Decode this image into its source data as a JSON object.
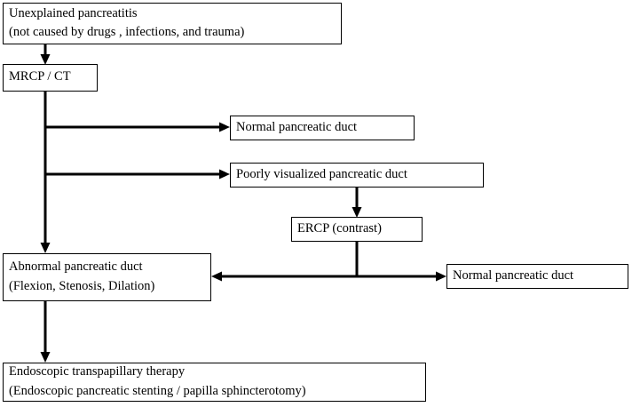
{
  "diagram": {
    "title_text": "",
    "background_color": "#ffffff",
    "line_color": "#000000",
    "text_color": "#000000",
    "nodes": [
      {
        "id": "unexplained-pancreatitis",
        "name": "unexplained-pancreatitis-box",
        "line1": "Unexplained pancreatitis",
        "line2": "(not caused by drugs , infections, and trauma)"
      },
      {
        "id": "mrcp-ct",
        "name": "mrcp-ct-box",
        "line1": "MRCP / CT",
        "line2": ""
      },
      {
        "id": "normal-duct-top",
        "name": "normal-pancreatic-duct-box-top",
        "line1": "Normal pancreatic duct",
        "line2": ""
      },
      {
        "id": "poorly-visualized-duct",
        "name": "poorly-visualized-pancreatic-duct-box",
        "line1": "Poorly visualized pancreatic duct",
        "line2": ""
      },
      {
        "id": "ercp-contrast",
        "name": "ercp-contrast-box",
        "line1": "ERCP (contrast)",
        "line2": ""
      },
      {
        "id": "abnormal-duct",
        "name": "abnormal-pancreatic-duct-box",
        "line1": "Abnormal pancreatic duct",
        "line2": "(Flexion, Stenosis, Dilation)"
      },
      {
        "id": "normal-duct-right",
        "name": "normal-pancreatic-duct-box-right",
        "line1": "Normal pancreatic duct",
        "line2": ""
      },
      {
        "id": "endoscopic-therapy",
        "name": "endoscopic-transpapillary-therapy-box",
        "line1": "Endoscopic transpapillary therapy",
        "line2": "(Endoscopic pancreatic stenting / papilla sphincterotomy)"
      }
    ],
    "edges": [
      {
        "id": "e1",
        "from": "unexplained-pancreatitis",
        "to": "mrcp-ct",
        "arrow": "single"
      },
      {
        "id": "e2",
        "from": "mrcp-ct",
        "to": "normal-duct-top",
        "arrow": "single"
      },
      {
        "id": "e3",
        "from": "mrcp-ct",
        "to": "poorly-visualized-duct",
        "arrow": "single"
      },
      {
        "id": "e4",
        "from": "mrcp-ct",
        "to": "abnormal-duct",
        "arrow": "single"
      },
      {
        "id": "e5",
        "from": "poorly-visualized-duct",
        "to": "ercp-contrast",
        "arrow": "single"
      },
      {
        "id": "e6",
        "from": "ercp-contrast",
        "to": "abnormal-duct",
        "arrow": "single"
      },
      {
        "id": "e7",
        "from": "ercp-contrast",
        "to": "normal-duct-right",
        "arrow": "single"
      },
      {
        "id": "e8",
        "from": "abnormal-duct",
        "to": "endoscopic-therapy",
        "arrow": "single"
      }
    ]
  }
}
